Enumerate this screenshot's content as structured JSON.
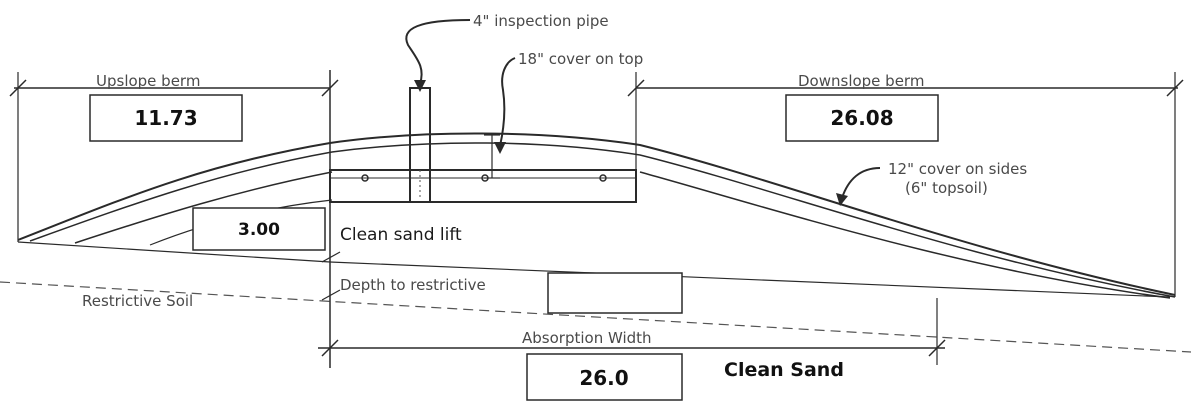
{
  "labels": {
    "inspection_pipe": "4\" inspection pipe",
    "cover_on_top": "18\" cover on top",
    "upslope_berm": "Upslope berm",
    "downslope_berm": "Downslope berm",
    "cover_on_sides_line1": "12\" cover on sides",
    "cover_on_sides_line2": "(6\" topsoil)",
    "clean_sand_lift": "Clean sand lift",
    "depth_to_restrictive": "Depth to restrictive",
    "restrictive_soil": "Restrictive Soil",
    "absorption_width": "Absorption Width",
    "clean_sand": "Clean Sand"
  },
  "values": {
    "upslope_berm": "11.73",
    "downslope_berm": "26.08",
    "clean_sand_lift": "3.00",
    "depth_to_restrictive": "",
    "absorption_width": "26.0"
  }
}
